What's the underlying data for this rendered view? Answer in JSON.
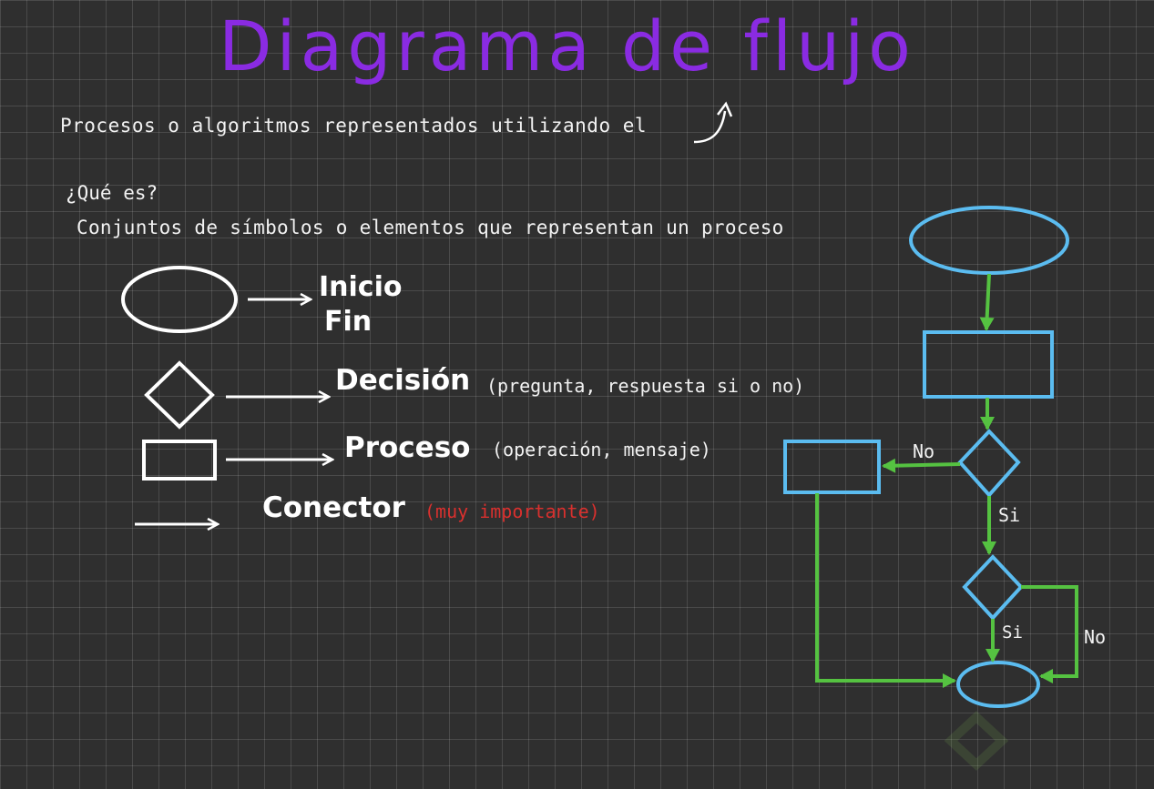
{
  "title": "Diagrama de flujo",
  "definition": "Procesos o algoritmos representados utilizando el",
  "question": "¿Qué es?",
  "answer": "Conjuntos de símbolos o elementos que representan un proceso",
  "legend": {
    "start_end": {
      "label_1": "Inicio",
      "label_2": "Fin"
    },
    "decision": {
      "label": "Decisión",
      "note": "(pregunta, respuesta si o no)"
    },
    "process": {
      "label": "Proceso",
      "note": "(operación, mensaje)"
    },
    "connector": {
      "label": "Conector",
      "note": "(muy importante)"
    }
  },
  "flowchart": {
    "branch_no_1": "No",
    "branch_si_1": "Si",
    "branch_si_2": "Si",
    "branch_no_2": "No"
  },
  "colors": {
    "title": "#8a2be2",
    "legend_stroke": "#ffffff",
    "shape_stroke": "#5bbcf0",
    "connector": "#55c241",
    "important_note": "#d9302e"
  }
}
